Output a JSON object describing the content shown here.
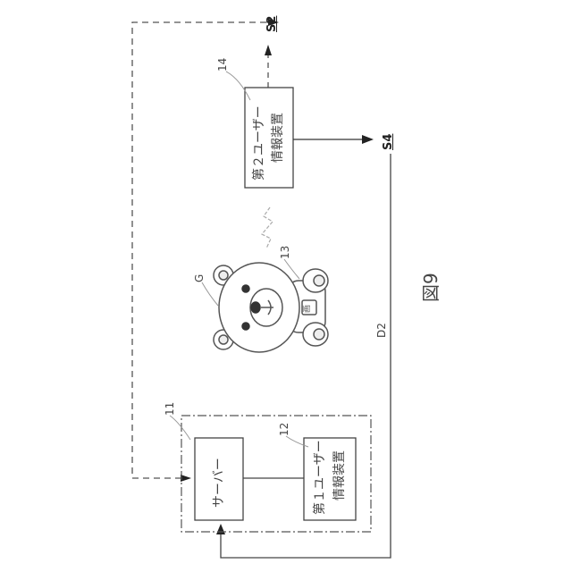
{
  "figure_label": "図9",
  "steps": {
    "s2": "S2",
    "s4": "S4"
  },
  "refs": {
    "r14": "14",
    "r11": "11",
    "r12": "12",
    "r13": "13",
    "g": "G",
    "d2": "D2"
  },
  "server_label": "サーバー",
  "second_device_label": [
    "第２ユーザー",
    "情報装置"
  ],
  "first_device_label": [
    "第１ユーザー",
    "情報装置"
  ],
  "toy_badge": "画"
}
